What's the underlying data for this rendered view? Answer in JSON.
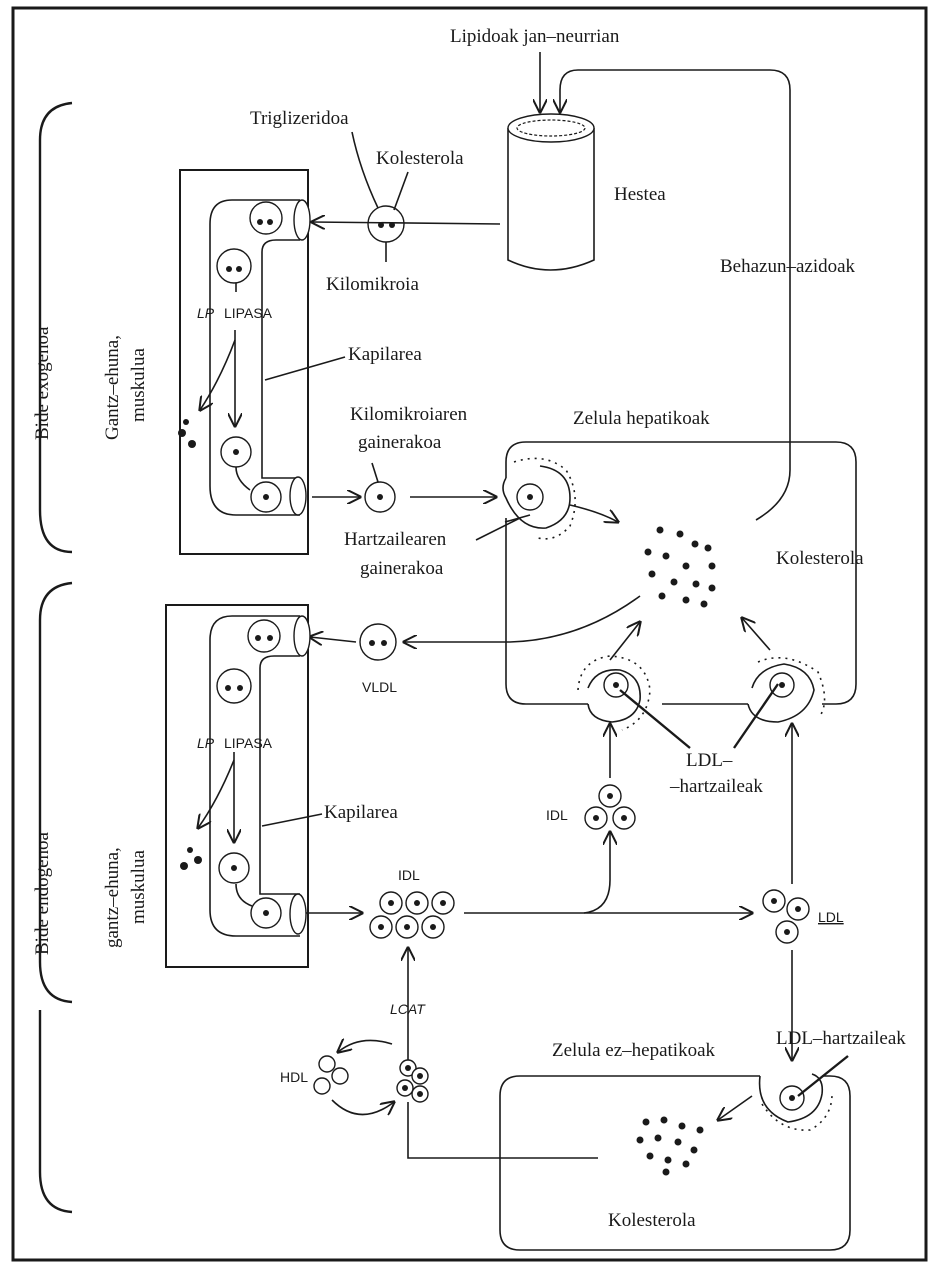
{
  "labels": {
    "lipidoak": "Lipidoak jan–neurrian",
    "triglizeridoa": "Triglizeridoa",
    "kolesterola_top": "Kolesterola",
    "hestea": "Hestea",
    "kilomikroia": "Kilomikroia",
    "behazun": "Behazun–azidoak",
    "lp_lipasa_top": "LIPASA",
    "lp_top": "LP",
    "kapilarea_top": "Kapilarea",
    "kilomikroiaren_1": "Kilomikroiaren",
    "kilomikroiaren_2": "gainerakoa",
    "zelula_hepatikoak": "Zelula hepatikoak",
    "hartzailearen_1": "Hartzailearen",
    "hartzailearen_2": "gainerakoa",
    "kolesterola_liver": "Kolesterola",
    "vldl": "VLDL",
    "lp_bottom": "LP",
    "lp_lipasa_bottom": "LIPASA",
    "ldl_hartzaileak_1": "LDL–",
    "ldl_hartzaileak_2": "–hartzaileak",
    "kapilarea_bottom": "Kapilarea",
    "idl_right": "IDL",
    "idl_center": "IDL",
    "ldl": "LDL",
    "lcat": "LCAT",
    "zelula_ez": "Zelula ez–hepatikoak",
    "ldl_hartzaileak_bottom": "LDL–hartzaileak",
    "hdl": "HDL",
    "kolesterola_bottom": "Kolesterola",
    "bide_exogenoa": "Bide exogenoa",
    "bide_endogenoa": "Bide endogenoa",
    "gantz_1_top": "Gantz–ehuna,",
    "gantz_2_top": "muskulua",
    "gantz_1_bottom": "gantz–ehuna,",
    "gantz_2_bottom": "muskulua"
  }
}
